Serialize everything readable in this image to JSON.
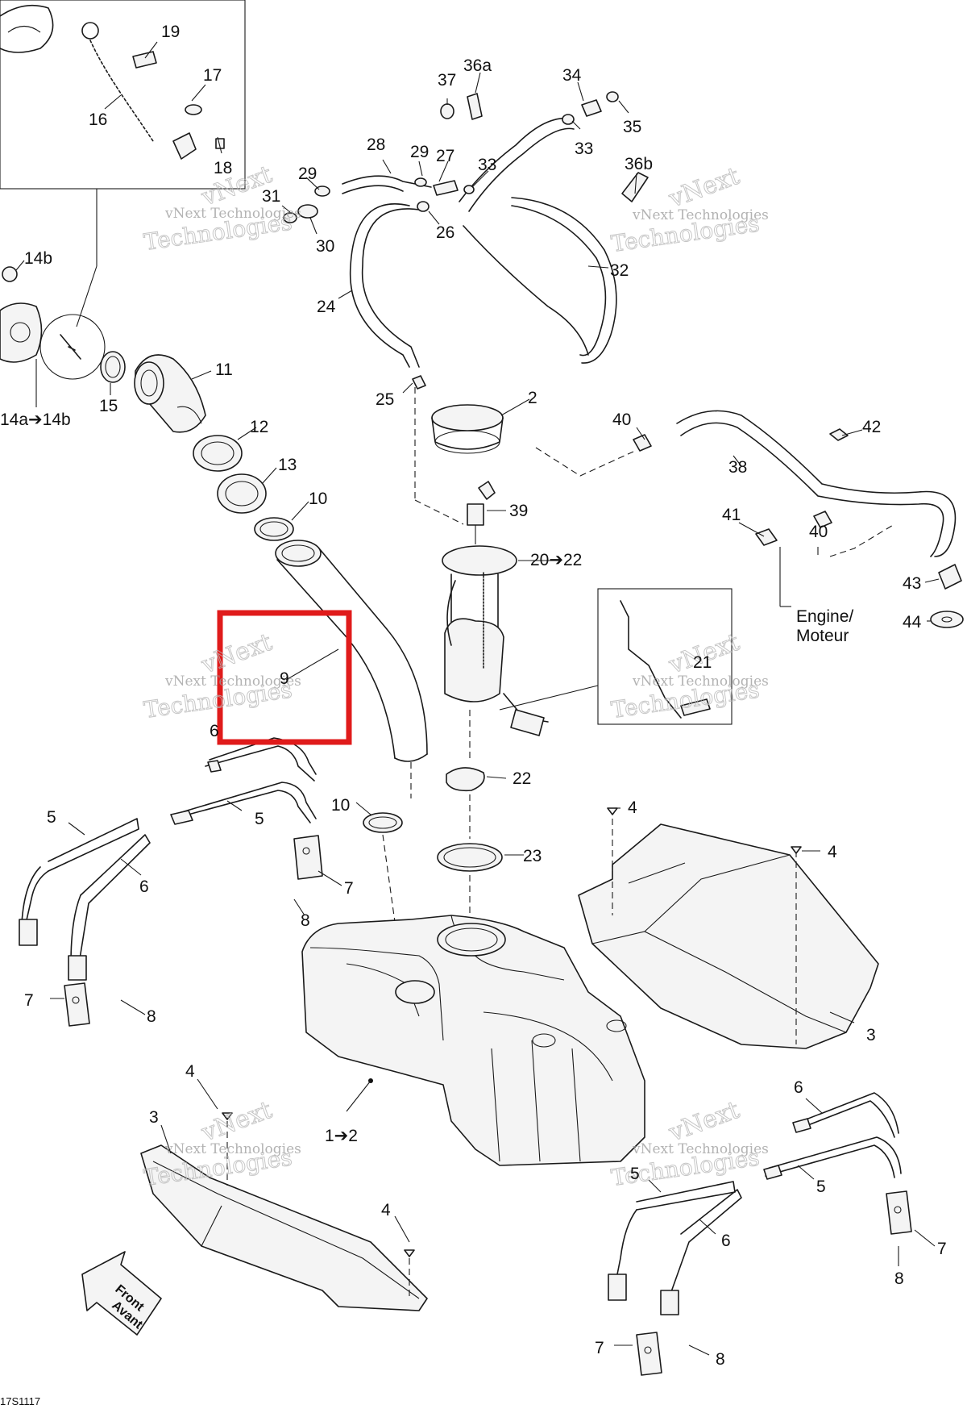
{
  "callouts": {
    "c19": "19",
    "c17": "17",
    "c16": "16",
    "c18": "18",
    "c37": "37",
    "c36a": "36a",
    "c34": "34",
    "c35": "35",
    "c33a": "33",
    "c28": "28",
    "c29a": "29",
    "c27": "27",
    "c33b": "33",
    "c36b": "36b",
    "c31": "31",
    "c29b": "29",
    "c26": "26",
    "c30": "30",
    "c32": "32",
    "c14b_top": "14b",
    "c24": "24",
    "c11": "11",
    "c15": "15",
    "c14a": "14a➔14b",
    "c25": "25",
    "c2": "2",
    "c12": "12",
    "c40a": "40",
    "c42": "42",
    "c38": "38",
    "c13": "13",
    "c10a": "10",
    "c39": "39",
    "c41": "41",
    "c40b": "40",
    "c20": "20➔22",
    "c43": "43",
    "c44": "44",
    "c9": "9",
    "c21": "21",
    "c6a": "6",
    "c22": "22",
    "c10b": "10",
    "c4a": "4",
    "c4b": "4",
    "c5a": "5",
    "c5b": "5",
    "c23": "23",
    "c6b": "6",
    "c7a": "7",
    "c8a": "8",
    "c7b": "7",
    "c8b": "8",
    "c3a": "3",
    "c1": "1➔2",
    "c4c": "4",
    "c3b": "3",
    "c6c": "6",
    "c5c": "5",
    "c5d": "5",
    "c4d": "4",
    "c6d": "6",
    "c7c": "7",
    "c8c": "8",
    "c7d": "7",
    "c8d": "8"
  },
  "engine_note": {
    "line1": "Engine/",
    "line2": "Moteur"
  },
  "front_arrow": {
    "line1": "Front",
    "line2": "Avant"
  },
  "figure_code": "17S1117",
  "watermark": {
    "line1": "vNext Technologies",
    "line2": "vNext",
    "line3": "Technologies"
  },
  "colors": {
    "highlight": "#e01b1b",
    "line": "#1a1a1a",
    "watermark": "#b8b8b8"
  },
  "highlighted_part": "9"
}
